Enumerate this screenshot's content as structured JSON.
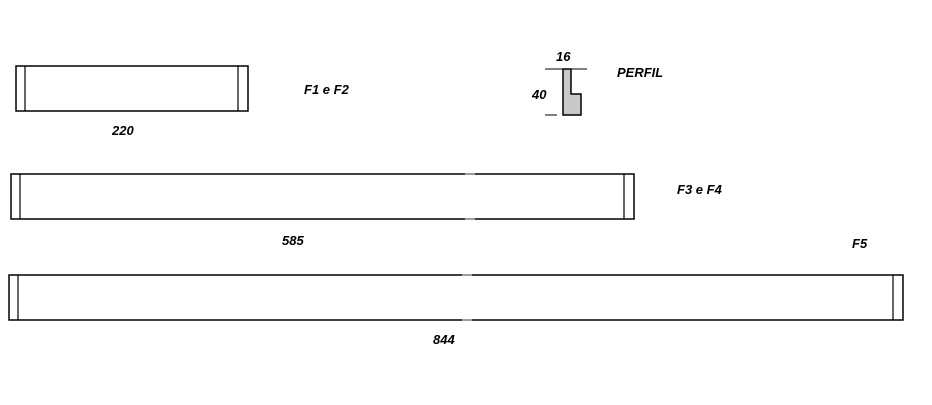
{
  "pieces": [
    {
      "id": "f1-f2",
      "label": "F1 e F2",
      "length": "220"
    },
    {
      "id": "f3-f4",
      "label": "F3 e F4",
      "length": "585"
    },
    {
      "id": "f5",
      "label": "F5",
      "length": "844"
    }
  ],
  "profile": {
    "title": "PERFIL",
    "width": "16",
    "height": "40"
  },
  "colors": {
    "line": "#000000",
    "profile_fill": "#c8c8c8",
    "background": "#ffffff"
  }
}
